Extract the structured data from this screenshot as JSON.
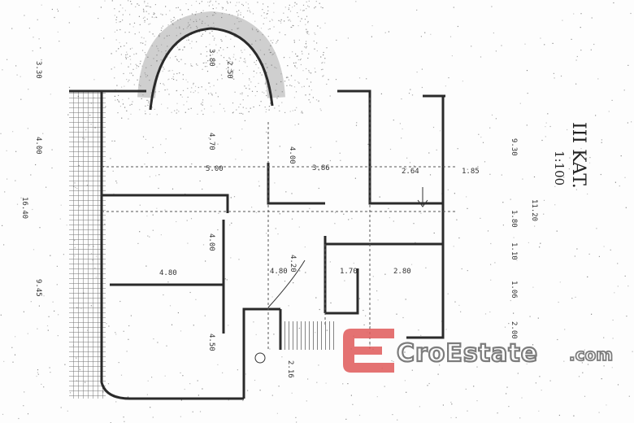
{
  "plan": {
    "title": "III KAT.",
    "scale": "1:100",
    "dimensions": {
      "left_top": "3.30",
      "left_mid": "4.00",
      "left_total": "16.40",
      "left_bottom": "9.45",
      "apse_width": "3.80",
      "apse_radius": "2.50",
      "room1_width": "5.00",
      "room1_height": "4.70",
      "room2_width": "3.86",
      "room2_height": "4.00",
      "stair_width": "2.64",
      "room3_width": "1.85",
      "living_width": "4.80",
      "living_height": "4.00",
      "hall_width": "4.80",
      "hall_height": "4.20",
      "bath_width": "1.70",
      "kitchen_width": "2.80",
      "bedroom_height": "4.50",
      "right_total": "11.20",
      "right_top": "9.30",
      "right_a": "1.80",
      "right_b": "1.10",
      "right_c": "1.06",
      "right_d": "2.00",
      "bottom": "2.16"
    }
  },
  "watermark": {
    "brand": "CroEstate",
    "domain": ".com",
    "color": "#e05a5a"
  }
}
